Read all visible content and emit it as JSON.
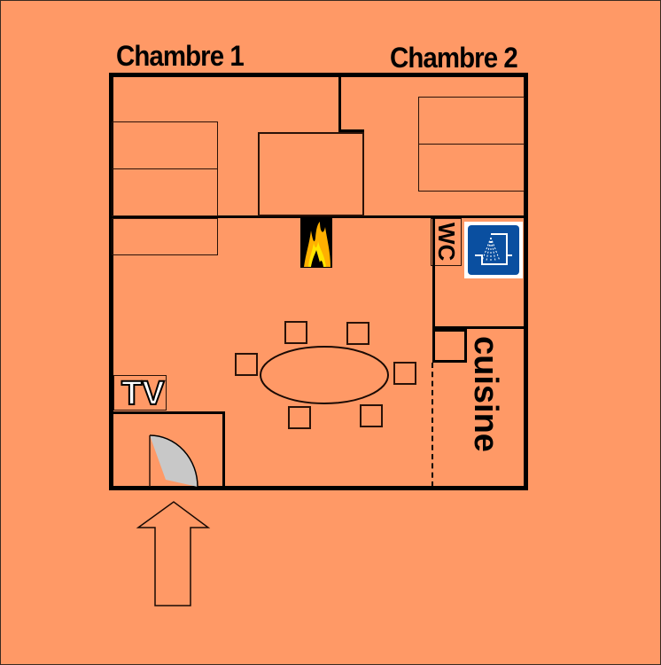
{
  "rooms": {
    "bedroom1": {
      "label": "Chambre 1"
    },
    "bedroom2": {
      "label": "Chambre 2"
    },
    "wc": {
      "label": "WC"
    },
    "kitchen": {
      "label": "cuisine"
    },
    "tv": {
      "label": "TV"
    }
  },
  "icons": {
    "fireplace": "fireplace-icon",
    "shower": "shower-icon",
    "entrance_arrow": "arrow-up-icon",
    "door": "door-swing-icon"
  },
  "colors": {
    "background": "#ff9966",
    "walls": "#000000",
    "shower_sign": "#0a4fa0",
    "door": "#c8c8c8"
  },
  "table": {
    "chairs": 6
  }
}
